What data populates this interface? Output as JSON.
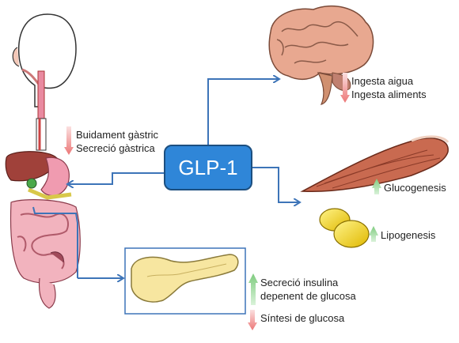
{
  "hormone": "GLP-1",
  "stomach_effects": [
    "Buidament gàstric",
    "Secreció gàstrica"
  ],
  "brain_effects": [
    "Ingesta aigua",
    "Ingesta aliments"
  ],
  "muscle_effect": "Glucogenesis",
  "fat_effect": "Lipogenesis",
  "pancreas_effects": [
    "Secreció insulina",
    "depenent de glucosa",
    "Síntesi de glucosa"
  ],
  "colors": {
    "box": "#2f86d8",
    "arrow": "#3d74b8",
    "up": "#8fd48f",
    "down": "#f08a8a"
  }
}
